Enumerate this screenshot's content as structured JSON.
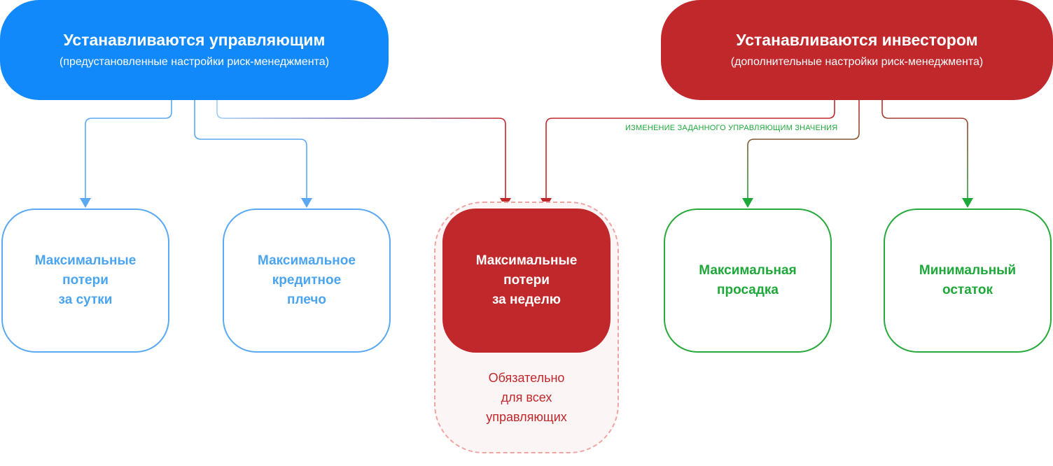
{
  "manager": {
    "title": "Устанавливаются управляющим",
    "subtitle": "(предустановленные настройки риск-менеджмента)"
  },
  "investor": {
    "title": "Устанавливаются инвестором",
    "subtitle": "(дополнительные настройки риск-менеджмента)"
  },
  "override_note": "ИЗМЕНЕНИЕ ЗАДАННОГО УПРАВЛЯЮЩИМ ЗНАЧЕНИЯ",
  "nodes": [
    {
      "label": "Максимальные\nпотери\nза сутки",
      "owner": "manager"
    },
    {
      "label": "Максимальное\nкредитное\nплечо",
      "owner": "manager"
    },
    {
      "label": "Максимальные\nпотери\nза неделю",
      "owner": "both"
    },
    {
      "label": "Максимальная\nпросадка",
      "owner": "investor"
    },
    {
      "label": "Минимальный\nостаток",
      "owner": "investor"
    }
  ],
  "required_note": "Обязательно\nдля всех\nуправляющих",
  "colors": {
    "manager_blue": "#1189fb",
    "investor_red": "#c0282b",
    "investor_green": "#1ea83a",
    "manager_outline": "#5aa9f2"
  }
}
